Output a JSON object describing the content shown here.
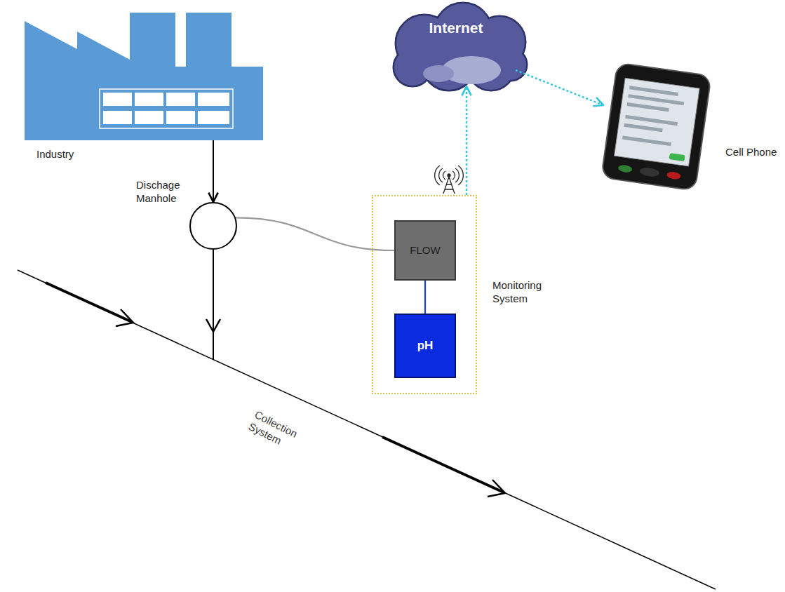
{
  "diagram": {
    "nodes": [
      {
        "text": [
          "Industry"
        ]
      },
      {
        "text": [
          "Dischage Manhole"
        ]
      },
      {
        "text": [
          "Internet"
        ]
      },
      {
        "text": [
          "Cell Phone"
        ]
      },
      {
        "text": [
          "Monitoring System"
        ]
      },
      {
        "text": [
          "FLOW"
        ],
        "in": 4
      },
      {
        "text": [
          "pH"
        ],
        "in": 4
      }
    ],
    "edges": [
      {
        "from": 0,
        "to": 1,
        "arrow": "to"
      },
      {
        "from": 1,
        "to": 5,
        "arrow": "none"
      },
      {
        "from": 1,
        "to": 6,
        "arrow": "none"
      },
      {
        "from": 4,
        "to": 2,
        "arrow": "to"
      },
      {
        "from": 2,
        "to": 3,
        "arrow": "to"
      }
    ],
    "labels": [
      "Collection System"
    ]
  }
}
